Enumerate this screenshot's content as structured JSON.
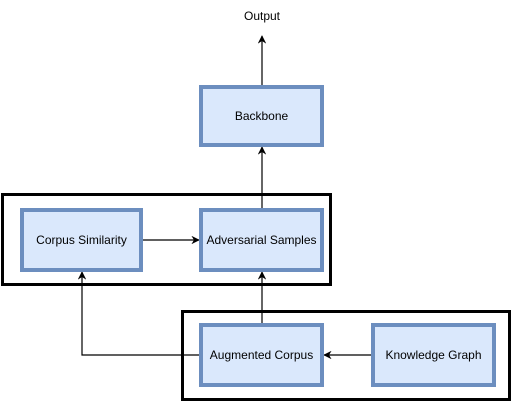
{
  "nodes": {
    "output": "Output",
    "backbone": "Backbone",
    "corpus_similarity": "Corpus Similarity",
    "adversarial_samples": "Adversarial Samples",
    "augmented_corpus": "Augmented Corpus",
    "knowledge_graph": "Knowledge Graph"
  },
  "colors": {
    "node_fill": "#dae8fc",
    "node_border": "#6c8ebf",
    "group_border": "#000000",
    "edge": "#000000"
  }
}
